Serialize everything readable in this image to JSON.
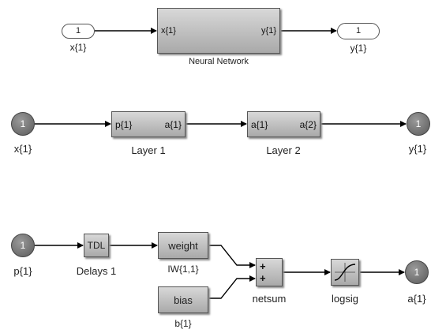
{
  "top": {
    "input": {
      "number": "1",
      "label": "x{1}"
    },
    "block": {
      "title": "Neural Network",
      "in_port": "x{1}",
      "out_port": "y{1}"
    },
    "output": {
      "number": "1",
      "label": "y{1}"
    }
  },
  "middle": {
    "input": {
      "number": "1",
      "label": "x{1}"
    },
    "layer1": {
      "title": "Layer 1",
      "in_port": "p{1}",
      "out_port": "a{1}"
    },
    "layer2": {
      "title": "Layer 2",
      "in_port": "a{1}",
      "out_port": "a{2}"
    },
    "output": {
      "number": "1",
      "label": "y{1}"
    }
  },
  "bottom": {
    "input": {
      "number": "1",
      "label": "p{1}"
    },
    "tdl": {
      "text": "TDL",
      "label": "Delays 1"
    },
    "weight": {
      "text": "weight",
      "label": "IW{1,1}"
    },
    "bias": {
      "text": "bias",
      "label": "b{1}"
    },
    "netsum": {
      "plus1": "+",
      "plus2": "+",
      "label": "netsum"
    },
    "logsig": {
      "label": "logsig"
    },
    "output": {
      "number": "1",
      "label": "a{1}"
    }
  }
}
